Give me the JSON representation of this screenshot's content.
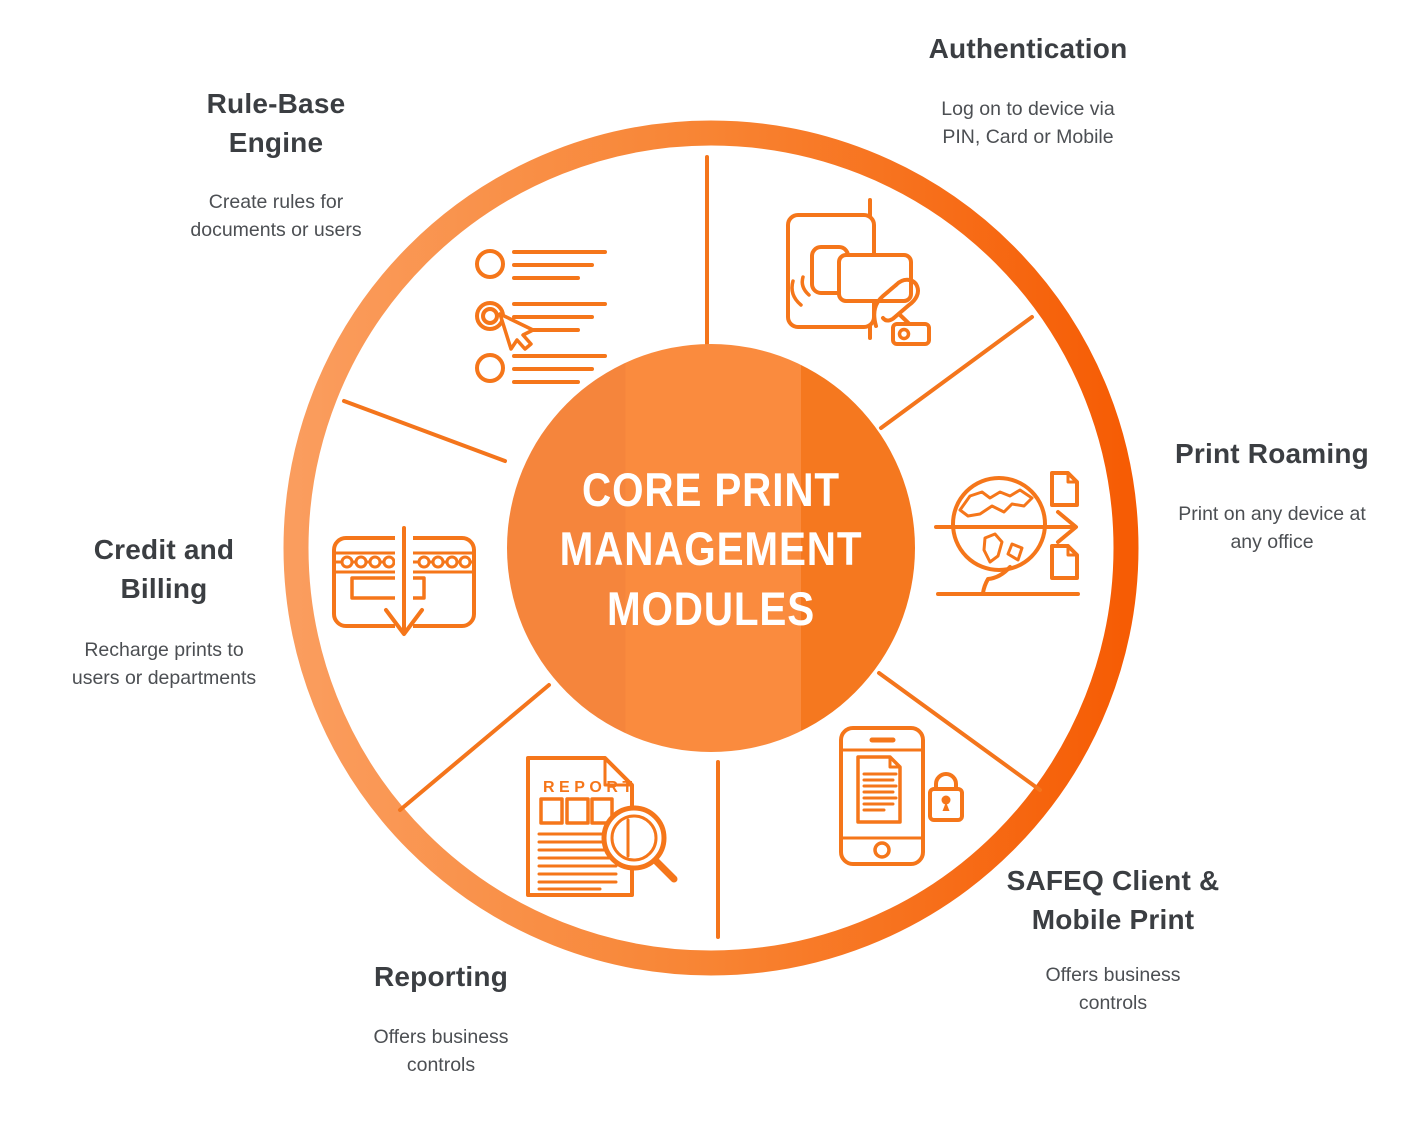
{
  "title": "Core print management modules wheel diagram",
  "center_label": {
    "lines": [
      "CORE PRINT",
      "MANAGEMENT",
      "MODULES"
    ]
  },
  "modules": {
    "authentication": {
      "title": "Authentication",
      "desc_lines": [
        "Log on to device via",
        "PIN, Card or Mobile"
      ],
      "icon": "tap-card-reader-icon"
    },
    "print_roaming": {
      "title": "Print Roaming",
      "desc_lines": [
        "Print on any device at",
        "any office"
      ],
      "icon": "globe-print-routing-icon"
    },
    "safeq_client": {
      "title_lines": [
        "SAFEQ Client &",
        "Mobile Print"
      ],
      "desc_lines": [
        "Offers business",
        "controls"
      ],
      "icon": "mobile-document-lock-icon"
    },
    "reporting": {
      "title": "Reporting",
      "desc_lines": [
        "Offers business",
        "controls"
      ],
      "icon": "report-magnifier-icon",
      "icon_text": "REPORT"
    },
    "credit_billing": {
      "title_lines": [
        "Credit and",
        "Billing"
      ],
      "desc_lines": [
        "Recharge prints to",
        "users or departments"
      ],
      "icon": "credit-card-recharge-icon"
    },
    "rule_base_engine": {
      "title_lines": [
        "Rule-Base",
        "Engine"
      ],
      "desc_lines": [
        "Create rules for",
        "documents or users"
      ],
      "icon": "rule-list-cursor-icon"
    }
  },
  "colors": {
    "icon_orange": "#f5761a",
    "ring_gradient_left": "#fa9d5e",
    "ring_gradient_right": "#f65c04",
    "center_band_left": "#f5853c",
    "center_band_middle": "#fa8b3e",
    "center_band_right": "#f5781f",
    "heading_text": "#3b3e42",
    "body_text": "#4c4f53",
    "center_text": "#ffffff"
  }
}
